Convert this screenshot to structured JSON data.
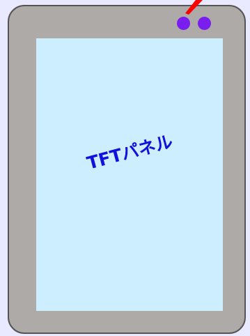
{
  "diagram": {
    "panel_label": "TFTパネル",
    "colors": {
      "background": "#e9e9ff",
      "device_body": "#aeaaa7",
      "device_border": "#555555",
      "screen": "#cdeeff",
      "label": "#1111dd",
      "sensor_dots": "#7a1ef0",
      "pointer": "#ff0000"
    },
    "components": {
      "device": "device-body",
      "display": "tft-panel",
      "sensors": [
        "sensor-dot",
        "sensor-dot"
      ],
      "callout": "pointer-arrow"
    }
  }
}
